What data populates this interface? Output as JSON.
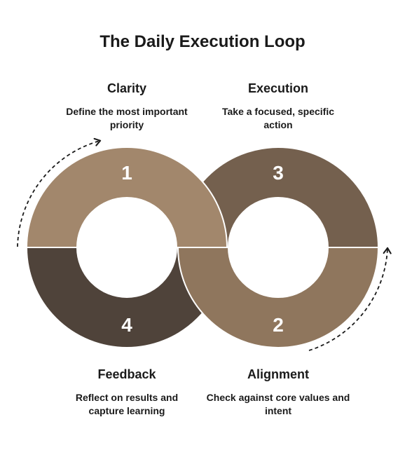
{
  "title": "The Daily Execution Loop",
  "steps": [
    {
      "number": "1",
      "label": "Clarity",
      "description": "Define the most important priority"
    },
    {
      "number": "2",
      "label": "Alignment",
      "description": "Check against core values and intent"
    },
    {
      "number": "3",
      "label": "Execution",
      "description": "Take a focused, specific action"
    },
    {
      "number": "4",
      "label": "Feedback",
      "description": "Reflect on results and capture learning"
    }
  ],
  "colors": {
    "clarity": "#a2876c",
    "alignment": "#8f765d",
    "execution": "#74604e",
    "feedback": "#4f433a",
    "arrow": "#1a1a1a"
  }
}
